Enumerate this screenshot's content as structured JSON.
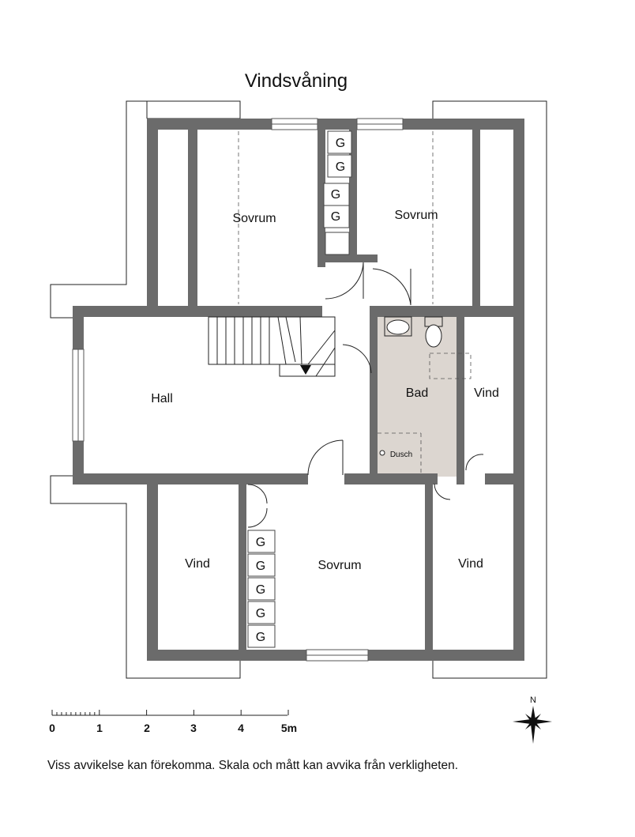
{
  "title": "Vindsvåning",
  "rooms": {
    "sovrum_nw": "Sovrum",
    "sovrum_ne": "Sovrum",
    "sovrum_s": "Sovrum",
    "hall": "Hall",
    "bad": "Bad",
    "dusch": "Dusch",
    "vind_e": "Vind",
    "vind_sw": "Vind",
    "vind_se": "Vind"
  },
  "closet_label": "G",
  "scale": {
    "ticks": [
      "0",
      "1",
      "2",
      "3",
      "4",
      "5m"
    ]
  },
  "compass": {
    "north_label": "N"
  },
  "disclaimer": "Viss avvikelse kan förekomma. Skala och mått kan avvika från verkligheten.",
  "colors": {
    "wall": "#6b6b6b",
    "bathroom_fill": "#dcd6d0"
  }
}
